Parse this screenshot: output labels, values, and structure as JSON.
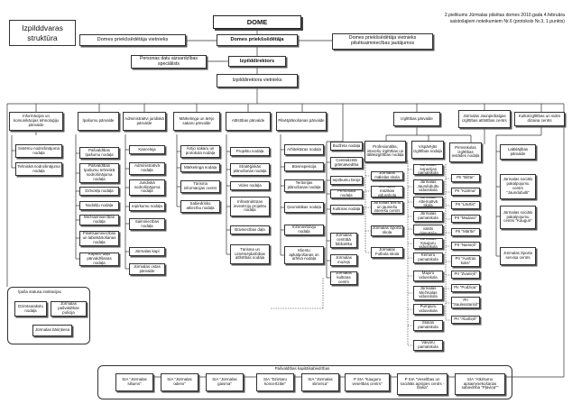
{
  "header": {
    "title": "Izpilddvaras struktūra",
    "note": "2.pielikums Jūrmalas pilsētas domes 2010.gada 4.februāra saistošajiem noteikumiem Nr.6 (protokols Nr.3, 1.punkts)"
  },
  "top": {
    "dome": "DOME",
    "deputy_left": "Domes priekšsēdētāja vietnieks",
    "chair": "Domes priekšsēdētāja",
    "deputy_right": "Domes priekšsēdētāja vietnieks pilsētsaimniecības jautājumos",
    "data_protection": "Personas datu aizsardzības speciālists",
    "director": "Izpilddirektors",
    "deputy_director": "Izpilddirektora vietnieks"
  },
  "departments": {
    "it": {
      "title": "Informācijas un komunikācijas tehnoloģiju pārvalde",
      "items": [
        "Sistēmu nodrošinājuma nodaļa",
        "Tehniskā nodrošinājuma nodaļa"
      ]
    },
    "property": {
      "title": "Īpašumu pārvalde",
      "items": [
        "Pašvaldības īpašumu nodaļa",
        "Pašvaldības īpašumu tehniskā nodrošinājuma nodaļa",
        "Dzīvokļu nodaļa",
        "Nodokļu nodaļa",
        "Mežsaimniecības nodaļa",
        "Pilsētsaimniecības un labiekārtošanas nodaļa",
        "Kapličo daļu pārvaldīšanas nodaļa"
      ]
    },
    "admin": {
      "title": "Administratīvi juridiskā pārvalde",
      "items": [
        "Kanceleja",
        "Administratīvā nodaļa",
        "Juridiskā nodrošinājuma nodaļa",
        "Iepirkumu nodaļa",
        "Saimniecības nodaļa",
        "Jūrmalas kapi",
        "Jūrmalas ostas pārvalde"
      ]
    },
    "marketing": {
      "title": "Mārketinga un ārējo sakaru pārvalde",
      "items": [
        "Ārējo sakaru un protokola nodaļa",
        "Mārketinga nodaļa",
        "Tūrisma informācijas centrs",
        "Sabiedrisko attiecību nodaļa"
      ]
    },
    "development": {
      "title": "Attīstības pārvalde",
      "items": [
        "Projektu nodaļa",
        "Stratēģiskās plānošanas nodaļa",
        "Vides nodaļa",
        "Infrastruktūras investīciju projektu nodaļa",
        "Būvniecības daļa",
        "Tūrisma un uzņēmējdarbības attīstības nodaļa"
      ]
    },
    "urban": {
      "title": "Pilsētplānošanas pārvalde",
      "items": [
        "Arhitektūras nodaļa",
        "Būvinspekcija",
        "Teritorijas plānošanas nodaļa",
        "Ģeomātikas nodaļa",
        "Inženierbūvju nodaļa",
        "Klientu apkalpošanas un arhīva nodaļa"
      ]
    },
    "finance": {
      "items": [
        "Budžeta nodaļa",
        "Centralizētā grāmatvedība",
        "Iepirkumu birojs",
        "Personāla nodaļa",
        "Kultūras nodaļa"
      ]
    },
    "libraries": {
      "items": [
        "Jūrmalas centrālā bibliotēka",
        "Jūrmalas muzejs",
        "Jūrmalas kultūras centrs"
      ]
    },
    "education": {
      "title": "Izglītības pārvalde",
      "prof": "Profesionālās, interešu izglītības un tālākizglītības nodaļa",
      "general": "Vispārējās izglītības nodaļa",
      "preschool": "Pirmsskolas izglītības iestādes nodaļa",
      "prof_items": [
        "Jūrmalas mākslas skola",
        "Jūrmalas mūzikas vidusskola",
        "Jūrmalas Bērnu un jauniešu interešu centrs",
        "Jūrmalas Sporta skola",
        "Jūrmalas Futbola skola"
      ],
      "general_items": [
        "Jūrmalas Aspazijas pamatskola",
        "Jūrmalas Jaundubultu vidusskola",
        "Jūrmalas Alternatīvā skola",
        "Jūrmalas pamatskola",
        "Jūrmalas valsts ģimnāzija",
        "Jūrmalas Kauguru vidusskola",
        "Kemeru pamatskola",
        "Majoru vidusskola",
        "Jūrmalas Mežmalas vidusskola",
        "Pumpuru vidusskola",
        "Slokas pamatskola",
        "Vaivaru pamatskola"
      ],
      "preschool_items": [
        "PII \"Bitīte\"",
        "PII \"Katrīna\"",
        "PII \"Lācītis\"",
        "PII \"Madara\"",
        "PII \"Mārīte\"",
        "PII \"Namiņš\"",
        "PII \"Austras koks\"",
        "PII \"Zvaniņš\"",
        "PII \"Podziņa\"",
        "PII \"Saulesstariņš\"",
        "PII \"Āboltiņš\""
      ]
    },
    "youth": {
      "title": "Jūrmalas Jaunpiebalgas izglītības attīstības centrs"
    },
    "culture": {
      "title": "Kultūrizglītības un vides dizaina centrs",
      "items": [
        "Labklājības pārvalde",
        "Jūrmalas sociālo pakalpojumu centrs \"Jaundubulti\"",
        "Jūrmalas sociālo pakalpojumu centrs \"Kauguri\"",
        "Jūrmalas Sporta servisa centrs"
      ]
    }
  },
  "special": {
    "title": "Īpaša statusa institūcijas",
    "items": [
      "Dzimtsarakstu nodaļa",
      "Jūrmalas pašvaldības policija",
      "Jūrmalas bāriņtiesa"
    ]
  },
  "companies": {
    "title": "Pašvaldības kapitālsabiedrības",
    "items": [
      "SIA \"Jūrmalas siltums\"",
      "SIA \"Jūrmalas ūdens\"",
      "SIA \"Jūrmalas gaisma\"",
      "SIA \"Dzintaru koncertzāle\"",
      "SIA \"Jūrmalas slimnīca\"",
      "P SIA \"Kauguru veselības centrs\"",
      "P SIA \"Veselības un sociālās aprūpes centrs - Sloka\"",
      "SIA \"Atkritumu apsaimniekošanas sabiedrība \"Pļaviņa\"\""
    ]
  }
}
